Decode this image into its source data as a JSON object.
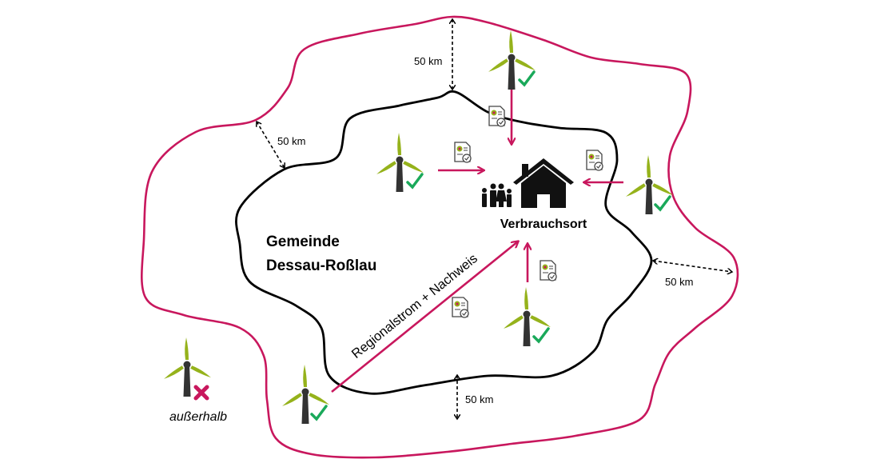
{
  "region": {
    "name_line1": "Gemeinde",
    "name_line2": "Dessau-Roßlau"
  },
  "consumer": {
    "label": "Verbrauchsort",
    "icons": [
      "house-icon",
      "family-icon"
    ]
  },
  "distance_labels": [
    "50 km",
    "50 km",
    "50 km",
    "50 km"
  ],
  "diagonal_label": "Regionalstrom + Nachweis",
  "outside_label": "außerhalb",
  "turbines": [
    {
      "status": "inside",
      "mark": "check"
    },
    {
      "status": "inside",
      "mark": "check"
    },
    {
      "status": "inside",
      "mark": "check"
    },
    {
      "status": "inside",
      "mark": "check"
    },
    {
      "status": "inside",
      "mark": "check"
    },
    {
      "status": "outside",
      "mark": "cross"
    }
  ],
  "colors": {
    "boundary_50km": "#c8175d",
    "arrows": "#c8175d",
    "municipality": "#000000",
    "turbine_blades": "#95b21b",
    "check": "#1aa95a",
    "cross": "#c8175d"
  }
}
